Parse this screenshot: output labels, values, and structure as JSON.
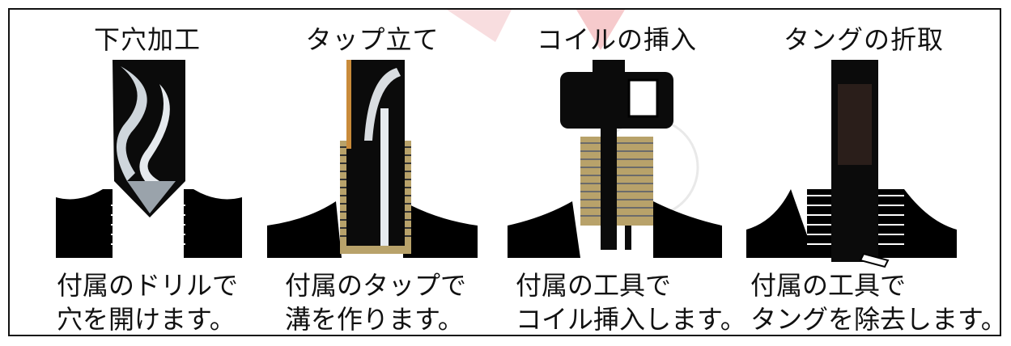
{
  "steps": [
    {
      "title": "下穴加工",
      "caption_line1": "付属のドリルで",
      "caption_line2": "穴を開けます。"
    },
    {
      "title": "タップ立て",
      "caption_line1": "付属のタップで",
      "caption_line2": "溝を作ります。"
    },
    {
      "title": "コイルの挿入",
      "caption_line1": "付属の工具で",
      "caption_line2": "コイル挿入します。"
    },
    {
      "title": "タングの折取",
      "caption_line1": "付属の工具で",
      "caption_line2": "タングを除去します。"
    }
  ],
  "colors": {
    "black": "#111111",
    "thread_gold": "#b8a26a",
    "drill_silver": "#cfd6dc",
    "watermark": "#e8232a"
  }
}
